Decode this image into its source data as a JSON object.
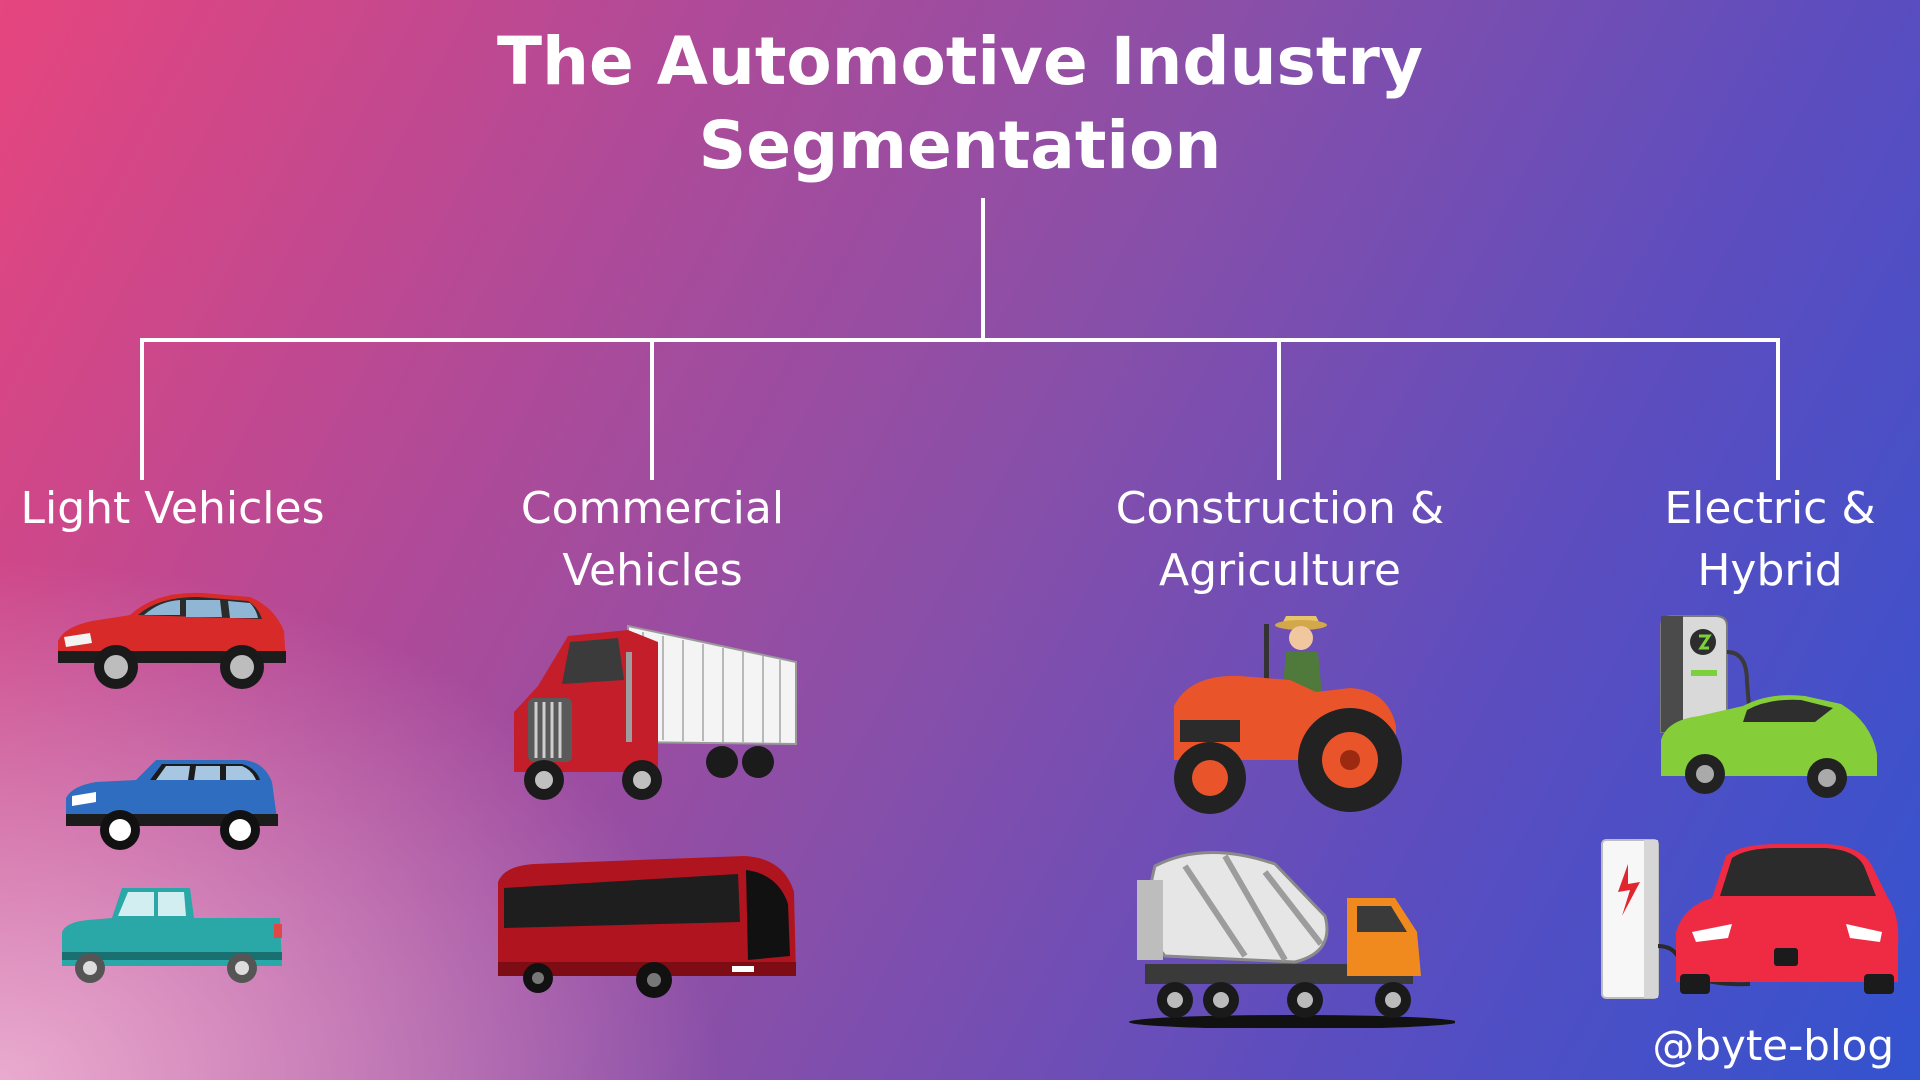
{
  "title": {
    "line1": "The Automotive Industry",
    "line2": "Segmentation"
  },
  "segments": [
    {
      "label_lines": [
        "Light Vehicles"
      ],
      "icons": [
        "red-hatchback-icon",
        "blue-suv-icon",
        "teal-pickup-truck-icon"
      ]
    },
    {
      "label_lines": [
        "Commercial",
        "Vehicles"
      ],
      "icons": [
        "red-semi-truck-icon",
        "red-coach-bus-icon"
      ]
    },
    {
      "label_lines": [
        "Construction &",
        "Agriculture"
      ],
      "icons": [
        "farmer-tractor-icon",
        "cement-mixer-truck-icon"
      ]
    },
    {
      "label_lines": [
        "Electric &",
        "Hybrid"
      ],
      "icons": [
        "green-ev-charging-icon",
        "red-ev-charging-icon"
      ]
    }
  ],
  "watermark": "@byte-blog",
  "colors": {
    "background_start": "#e6457e",
    "background_end": "#3353cf",
    "text": "#ffffff",
    "connector": "#ffffff"
  }
}
